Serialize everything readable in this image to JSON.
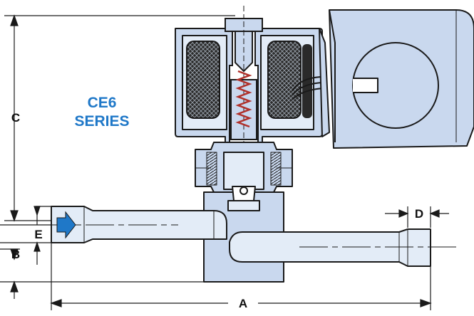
{
  "title": {
    "line1": "CE6",
    "line2": "SERIES"
  },
  "dimensions": {
    "a": "A",
    "b": "B",
    "c": "C",
    "d": "D",
    "e": "E"
  },
  "colors": {
    "title": "#1f78c8",
    "body_fill": "#c9d8ee",
    "body_fill_light": "#e3ecf7",
    "outline": "#1a1a1a",
    "flow_arrow": "#1f78c8"
  },
  "icons": {
    "flow_arrow": "flow-direction-arrow-icon"
  }
}
